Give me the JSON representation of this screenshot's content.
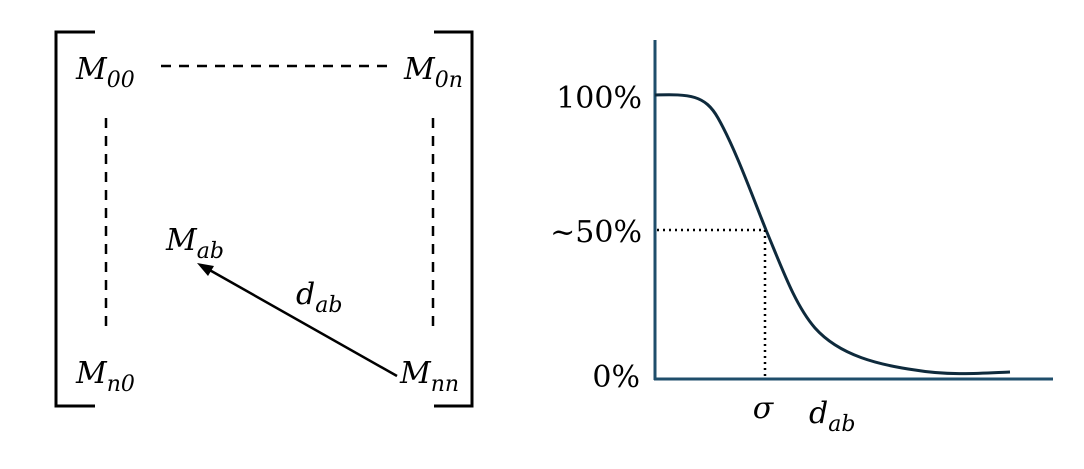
{
  "matrix": {
    "m00": {
      "base": "M",
      "sub": "00"
    },
    "m0n": {
      "base": "M",
      "sub": "0n"
    },
    "mn0": {
      "base": "M",
      "sub": "n0"
    },
    "mnn": {
      "base": "M",
      "sub": "nn"
    },
    "mab": {
      "base": "M",
      "sub": "ab"
    },
    "distance": {
      "base": "d",
      "sub": "ab"
    }
  },
  "chart": {
    "y_ticks": [
      "100%",
      "~50%",
      "0%"
    ],
    "x_sigma": "σ",
    "x_label": {
      "base": "d",
      "sub": "ab"
    }
  },
  "colors": {
    "axis": "#1f4e6b",
    "curve": "#0e2a3c",
    "ink": "#000000"
  }
}
